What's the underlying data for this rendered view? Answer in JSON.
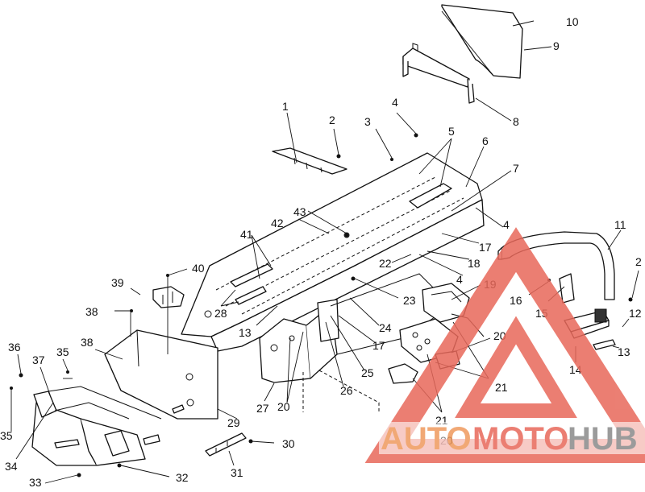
{
  "diagram": {
    "callouts": [
      "1",
      "2",
      "3",
      "4",
      "5",
      "6",
      "7",
      "8",
      "9",
      "10",
      "11",
      "2",
      "12",
      "13",
      "14",
      "15",
      "16",
      "4",
      "17",
      "18",
      "19",
      "20",
      "21",
      "22",
      "23",
      "24",
      "25",
      "26",
      "27",
      "28",
      "13",
      "29",
      "30",
      "31",
      "32",
      "33",
      "34",
      "35",
      "35",
      "36",
      "37",
      "38",
      "38",
      "39",
      "40",
      "41",
      "42",
      "43",
      "17",
      "20",
      "20",
      "21",
      "4"
    ]
  },
  "watermark": {
    "part1": "AUTO",
    "part2": "MOTO",
    "part3": "HUB",
    "colors": {
      "auto": "#ef9a5e",
      "moto": "#e8685a",
      "hub": "#8a8a8a",
      "triangle": "#e8685a"
    }
  }
}
